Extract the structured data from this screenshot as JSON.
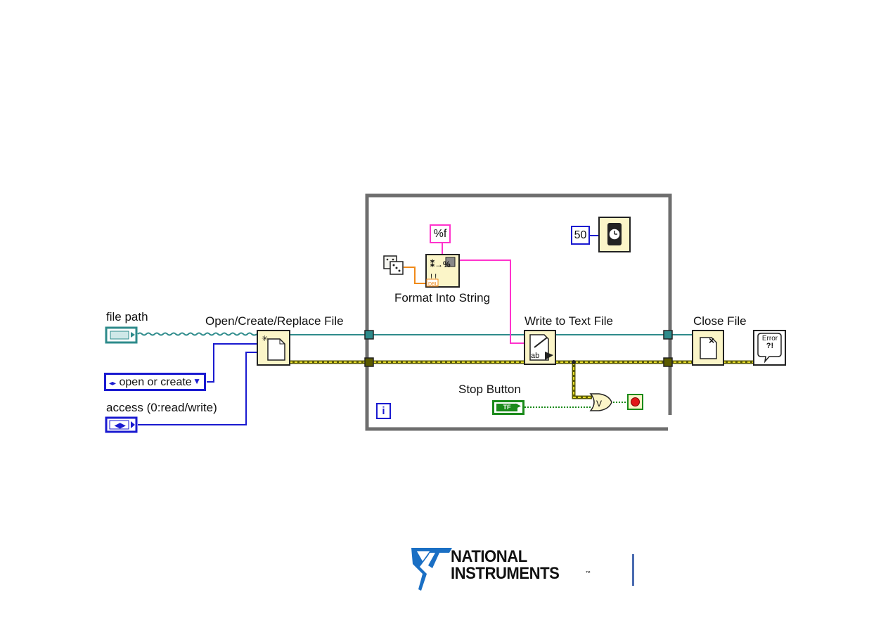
{
  "diagram": {
    "labels": {
      "file_path": "file path",
      "open_create_replace": "Open/Create/Replace File",
      "open_or_create": "open or create",
      "access": "access (0:read/write)",
      "format_into_string": "Format Into String",
      "format_spec": "%f",
      "write_to_text_file": "Write to Text File",
      "stop_button": "Stop Button",
      "close_file": "Close File",
      "wait_ms": "50",
      "loop_iteration": "i",
      "dbl": "DBL",
      "tf": "TF",
      "error": "Error",
      "error_marks": "?!"
    },
    "colors": {
      "path_wire": "#2e8b8b",
      "enum_wire": "#1a1ad0",
      "string_wire": "#ff33cc",
      "error_wire": "#5a5a00",
      "bool_wire": "#1a8a1a",
      "node_fill": "#fbf5c8",
      "loop_border": "#6e6e6e"
    }
  },
  "logo": {
    "line1": "NATIONAL",
    "line2": "INSTRUMENTS",
    "trademark": "™",
    "accent": "#1a6fc4"
  }
}
